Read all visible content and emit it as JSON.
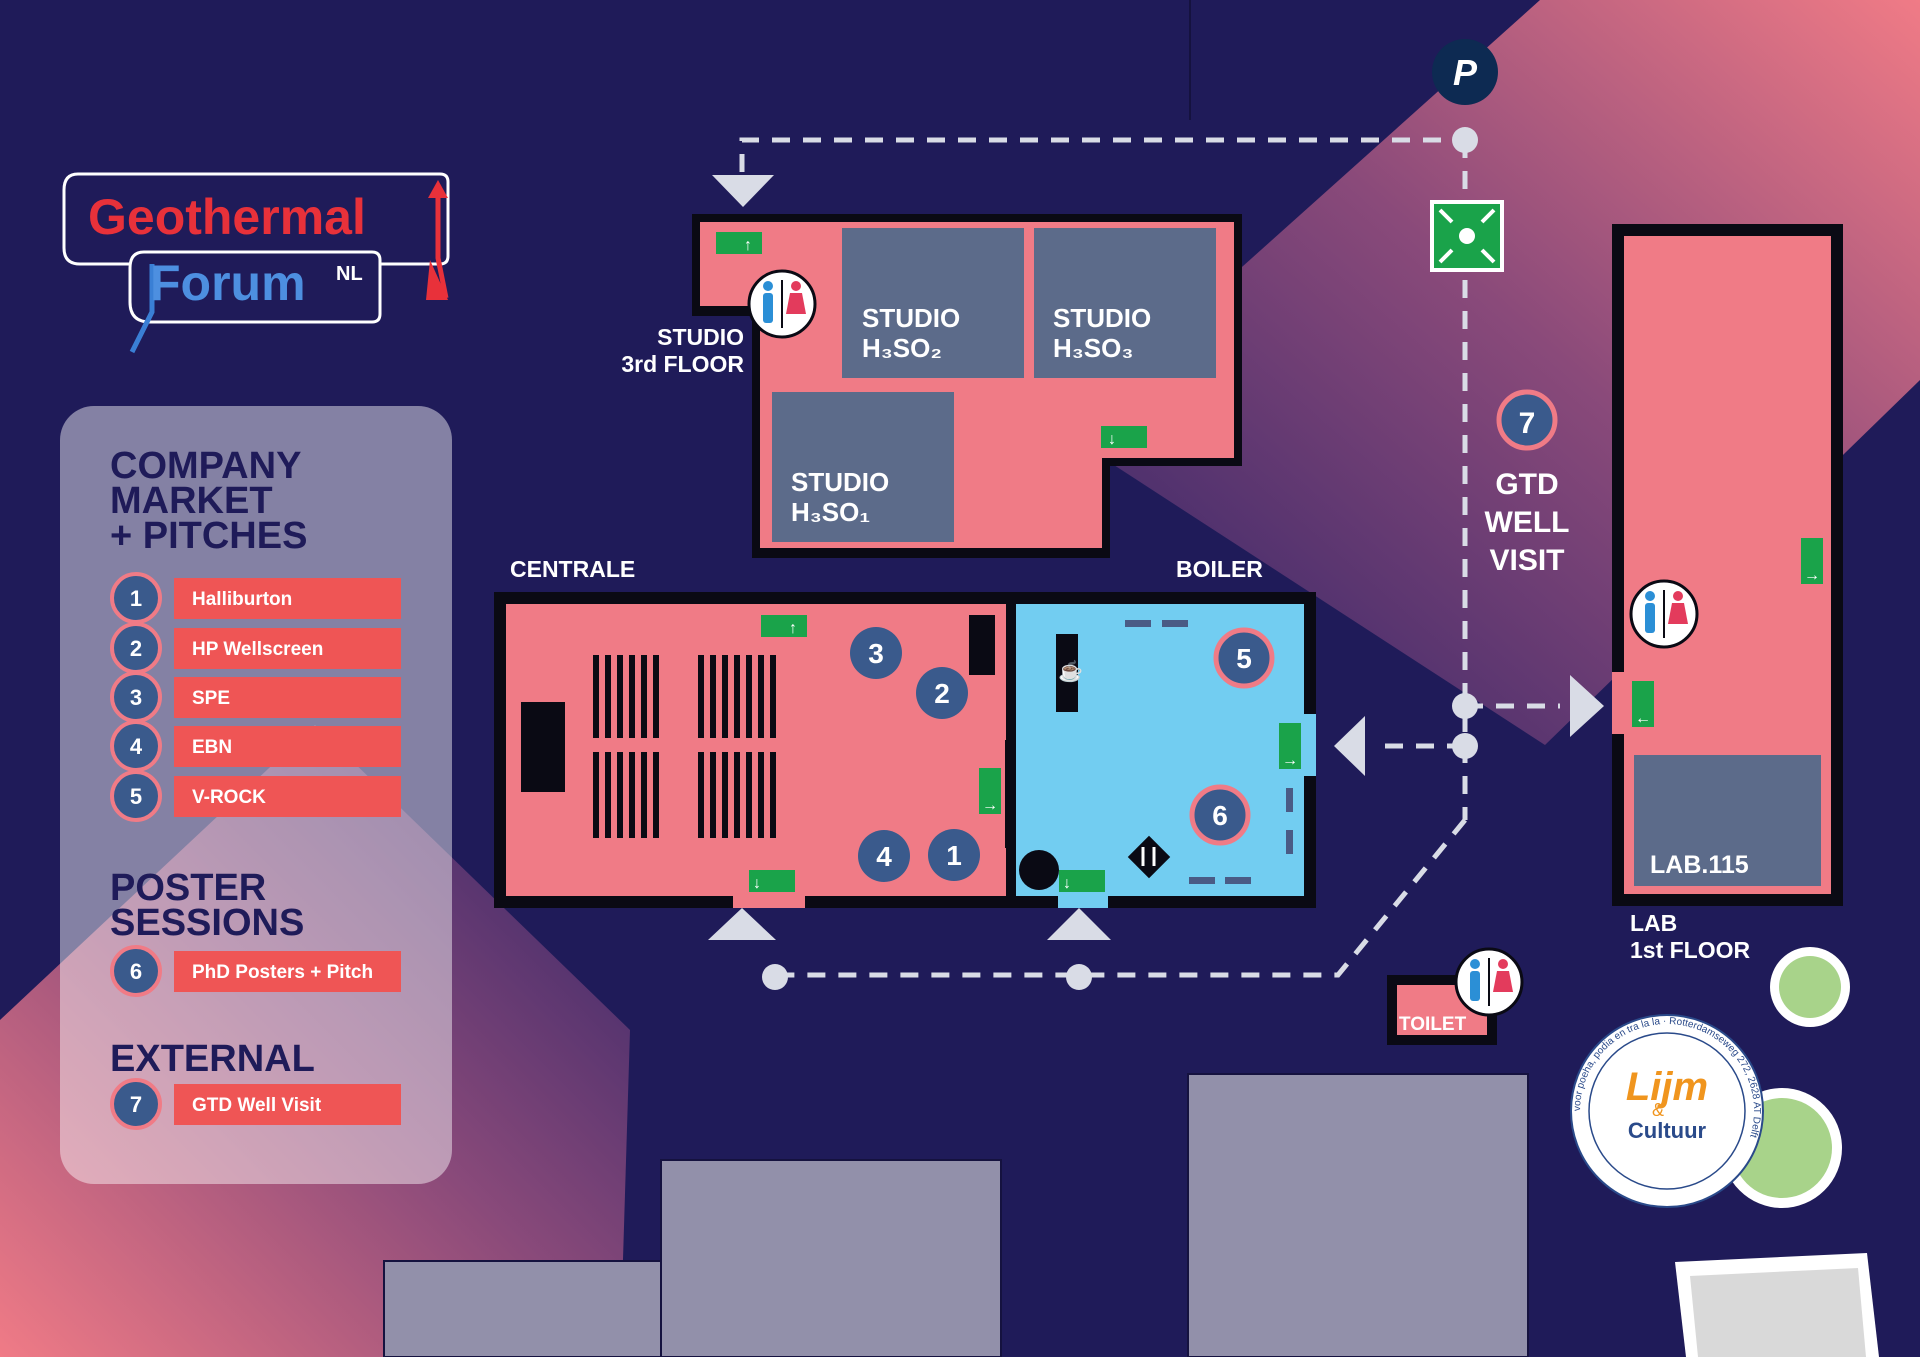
{
  "logo": {
    "line1": "Geothermal",
    "line2": "Forum",
    "suffix": "NL"
  },
  "legend": {
    "sections": [
      {
        "title_lines": [
          "COMPANY",
          "MARKET",
          "+ PITCHES"
        ],
        "items": [
          {
            "num": "1",
            "label": "Halliburton"
          },
          {
            "num": "2",
            "label": "HP Wellscreen"
          },
          {
            "num": "3",
            "label": "SPE"
          },
          {
            "num": "4",
            "label": "EBN"
          },
          {
            "num": "5",
            "label": "V-ROCK"
          }
        ]
      },
      {
        "title_lines": [
          "POSTER",
          "SESSIONS"
        ],
        "items": [
          {
            "num": "6",
            "label": "PhD Posters + Pitch"
          }
        ]
      },
      {
        "title_lines": [
          "EXTERNAL"
        ],
        "items": [
          {
            "num": "7",
            "label": "GTD Well Visit"
          }
        ]
      }
    ]
  },
  "rooms": {
    "studio_floor": [
      "STUDIO",
      "3rd FLOOR"
    ],
    "studio1": [
      "STUDIO",
      "H₃SO₁"
    ],
    "studio2": [
      "STUDIO",
      "H₃SO₂"
    ],
    "studio3": [
      "STUDIO",
      "H₃SO₃"
    ],
    "centrale": "CENTRALE",
    "boiler": "BOILER",
    "lab": "LAB.115",
    "lab_floor": [
      "LAB",
      "1st FLOOR"
    ],
    "toilet": "TOILET"
  },
  "markers": {
    "parking": "P",
    "gtd_num": "7",
    "gtd_text": [
      "GTD",
      "WELL",
      "VISIT"
    ]
  },
  "stamp": {
    "line1": "Lijm",
    "amp": "&",
    "line2": "Cultuur",
    "ring_text": "voor poeha, podia en tra la la · Rotterdamseweg 272, 2628 AT Delft"
  },
  "colors": {
    "background": "#1f1b59",
    "room_pink": "#f07b86",
    "room_blue": "#72cdf1",
    "slate": "#5c6b8a",
    "marker": "#3a5a8c",
    "label_red": "#ef5555",
    "exit_green": "#1aa34a"
  }
}
